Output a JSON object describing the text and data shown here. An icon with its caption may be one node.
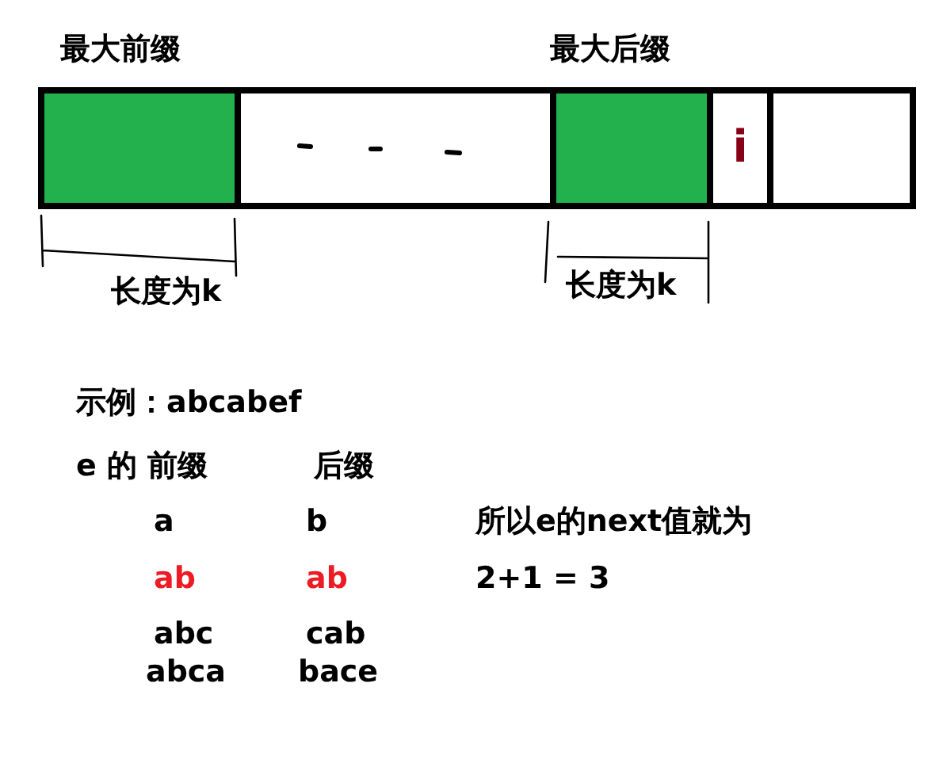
{
  "diagram": {
    "nodes": [
      {
        "text": [
          "最大前缀"
        ],
        "beside": [
          "长度为k"
        ]
      },
      {
        "text": [],
        "shape": "box"
      },
      {
        "text": [
          "最大后缀"
        ],
        "beside": [
          "长度为k"
        ]
      },
      {
        "text": [
          "i"
        ]
      },
      {
        "text": [],
        "shape": "box"
      }
    ],
    "labels": [
      "示例：abcab**e**f",
      "e 的 前缀",
      "后缀",
      "a",
      "b",
      "所以e的next值就为",
      "ab",
      "ab",
      "2+1 = 3",
      "abc",
      "cab",
      "abca",
      "bace"
    ]
  }
}
